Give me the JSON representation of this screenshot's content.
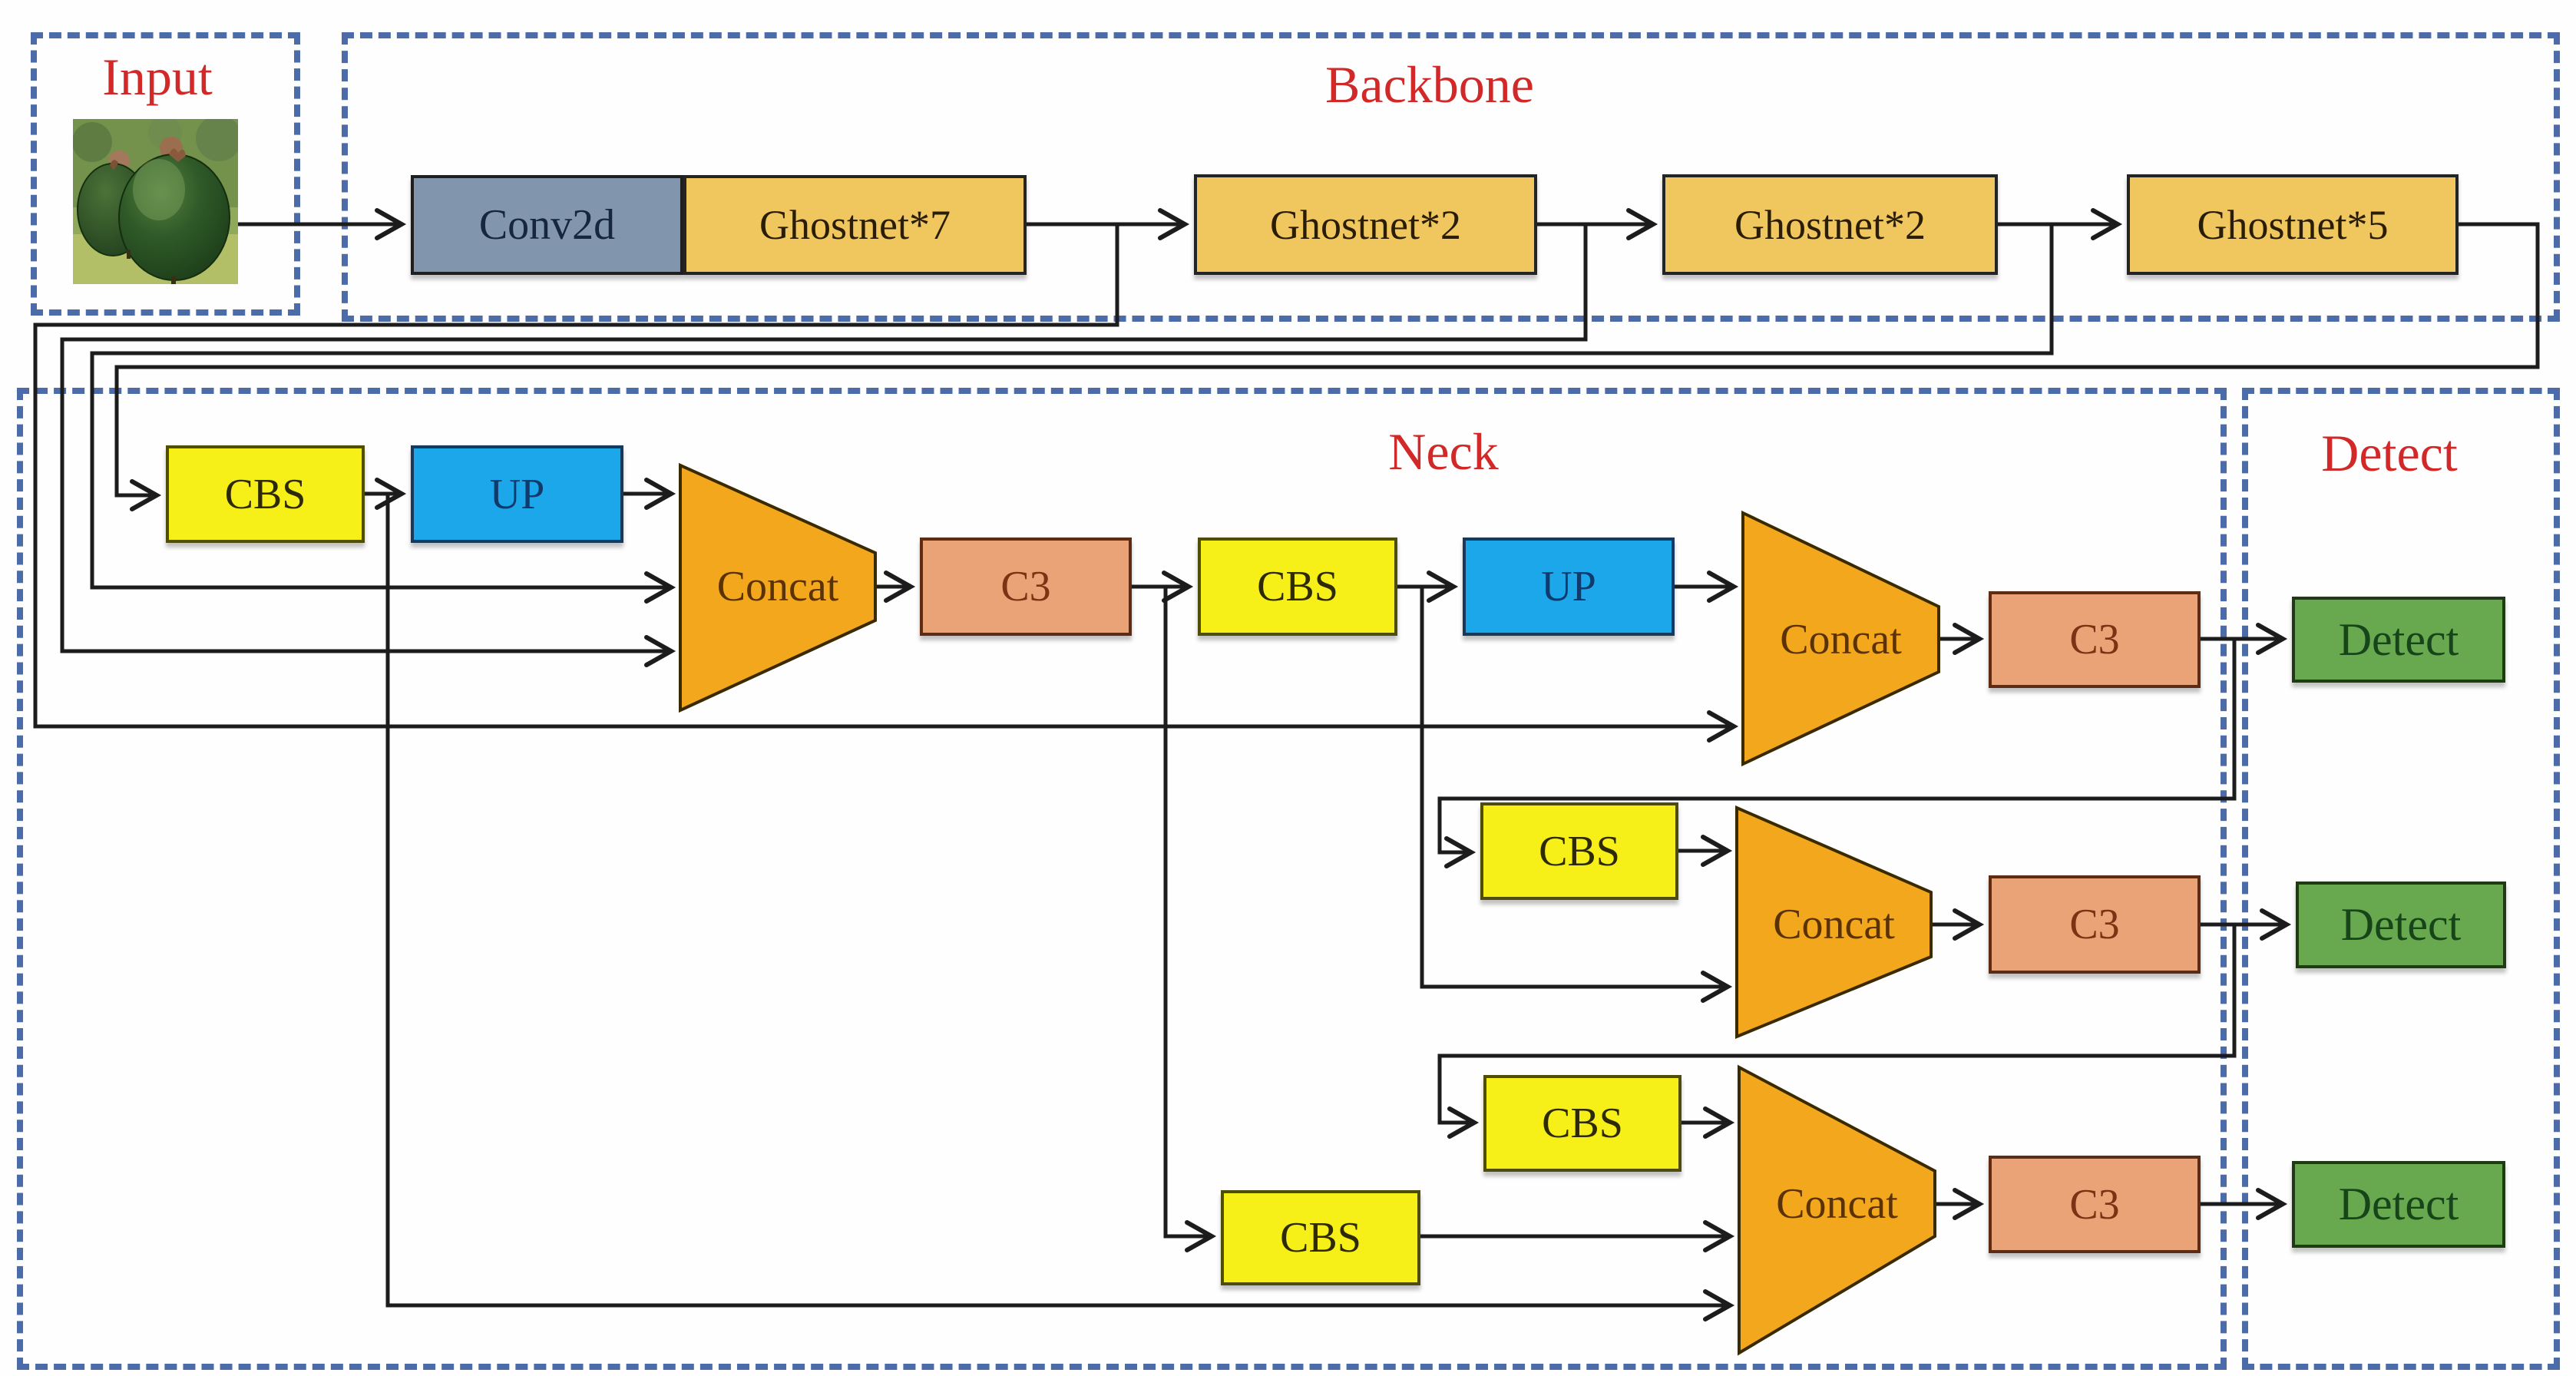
{
  "panels": {
    "input": {
      "label": "Input"
    },
    "backbone": {
      "label": "Backbone"
    },
    "neck": {
      "label": "Neck"
    },
    "detect": {
      "label": "Detect"
    }
  },
  "nodes": {
    "conv2d": {
      "label": "Conv2d"
    },
    "ghostnet7": {
      "label": "Ghostnet*7"
    },
    "ghostnet2a": {
      "label": "Ghostnet*2"
    },
    "ghostnet2b": {
      "label": "Ghostnet*2"
    },
    "ghostnet5": {
      "label": "Ghostnet*5"
    },
    "cbs1": {
      "label": "CBS"
    },
    "up1": {
      "label": "UP"
    },
    "concat1": {
      "label": "Concat"
    },
    "c3_1": {
      "label": "C3"
    },
    "cbs2": {
      "label": "CBS"
    },
    "up2": {
      "label": "UP"
    },
    "concat2": {
      "label": "Concat"
    },
    "c3_2": {
      "label": "C3"
    },
    "detect1": {
      "label": "Detect"
    },
    "cbs3": {
      "label": "CBS"
    },
    "concat3": {
      "label": "Concat"
    },
    "c3_3": {
      "label": "C3"
    },
    "detect2": {
      "label": "Detect"
    },
    "cbs4": {
      "label": "CBS"
    },
    "cbs5": {
      "label": "CBS"
    },
    "concat4": {
      "label": "Concat"
    },
    "c3_4": {
      "label": "C3"
    },
    "detect3": {
      "label": "Detect"
    }
  },
  "colors": {
    "red": "#d22828",
    "dash": "#4b6ca8",
    "line": "#1c1c1c",
    "conv": "#8195ac",
    "ghost": "#efc75e",
    "cbs": "#f7f018",
    "up": "#1ba7e9",
    "concat": "#f3a71d",
    "c3": "#e9a377",
    "detect": "#68a84e"
  }
}
